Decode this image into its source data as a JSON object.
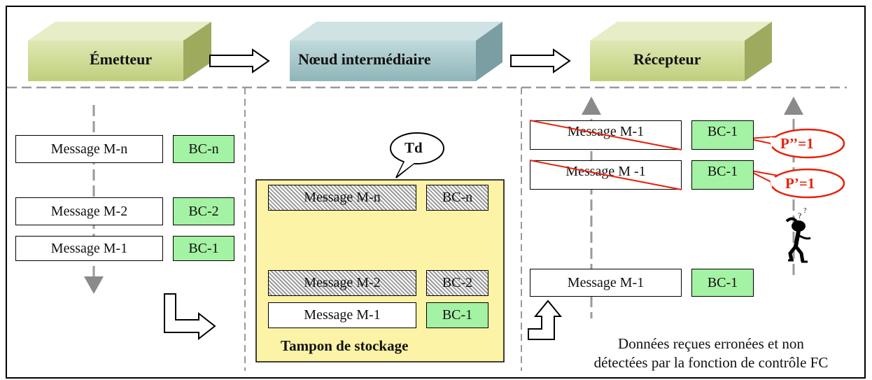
{
  "nodes": {
    "emetteur": "Émetteur",
    "noeud": "Nœud intermédiaire",
    "recepteur": "Récepteur"
  },
  "sender": {
    "messages": [
      {
        "label": "Message  M-n",
        "bc": "BC-n"
      },
      {
        "label": "Message  M-2",
        "bc": "BC-2"
      },
      {
        "label": "Message  M-1",
        "bc": "BC-1"
      }
    ]
  },
  "buffer": {
    "title": "Tampon de stockage",
    "delay_label": "Td",
    "messages": [
      {
        "label": "Message  M-n",
        "bc": "BC-n"
      },
      {
        "label": "Message  M-2",
        "bc": "BC-2"
      },
      {
        "label": "Message  M-1",
        "bc": "BC-1"
      }
    ]
  },
  "receiver": {
    "messages": [
      {
        "label": "Message  M-1",
        "bc": "BC-1",
        "probability": "P’’=1"
      },
      {
        "label": "Message  M -1",
        "bc": "BC-1",
        "probability": "P’=1"
      },
      {
        "label": "Message  M-1",
        "bc": "BC-1"
      }
    ],
    "note_line1": "Données reçues erronées et non",
    "note_line2": "détectées par la fonction de contrôle FC"
  },
  "colors": {
    "bc_fill": "#a4f2a4",
    "emetteur_fill": "#cbd88e",
    "noeud_fill": "#9fc1c4",
    "buffer_fill": "#fdf3a6",
    "probability_red": "#e8200a",
    "dashed_gray": "#9a9a9a"
  }
}
